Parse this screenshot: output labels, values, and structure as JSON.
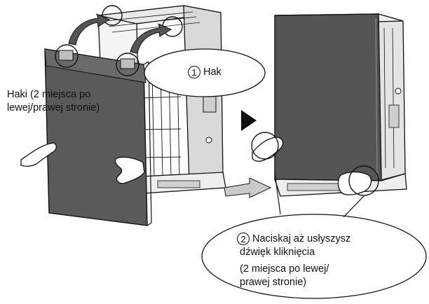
{
  "callouts": {
    "hooks_left": {
      "line1": "Haki (2 miejsca po",
      "line2": "lewej/prawej stronie)"
    },
    "step1": {
      "number": "1",
      "text": "Hak"
    },
    "step2": {
      "number": "2",
      "line1": "Naciskaj aż usłyszysz",
      "line2": "dźwięk kliknięcia",
      "line3": "(2 miejsca po lewej/",
      "line4": "prawej stronie)"
    }
  },
  "colors": {
    "panel": "#555555",
    "line": "#111111",
    "light": "#e6e6e6",
    "mid": "#bdbdbd"
  }
}
